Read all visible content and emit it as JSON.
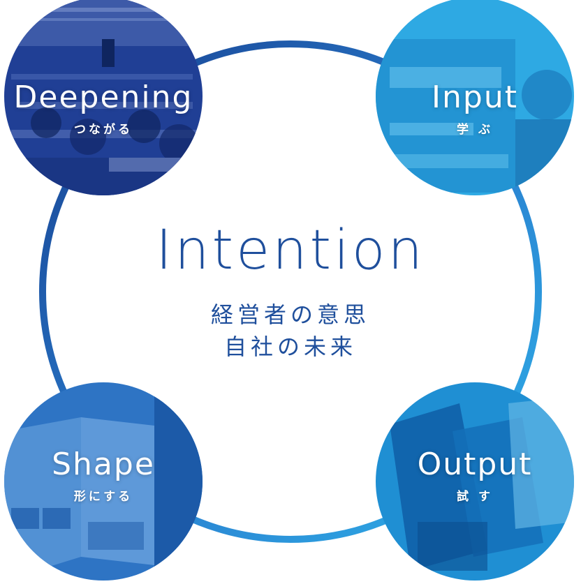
{
  "center": {
    "title": "Intention",
    "line1": "経営者の意思",
    "line2": "自社の未来"
  },
  "nodes": {
    "deepening": {
      "label_en": "Deepening",
      "label_ja": "つながる"
    },
    "input": {
      "label_en": "Input",
      "label_ja": "学 ぶ"
    },
    "shape": {
      "label_en": "Shape",
      "label_ja": "形にする"
    },
    "output": {
      "label_en": "Output",
      "label_ja": "試 す"
    }
  },
  "colors": {
    "ring_start": "#1f4f9c",
    "ring_end": "#2aa8e0",
    "deepening_tint": "#203f95",
    "input_tint": "#2ea9e3",
    "shape_tint": "#2e74c4",
    "output_tint": "#1f8fd3",
    "text_primary": "#1f4f9c"
  }
}
